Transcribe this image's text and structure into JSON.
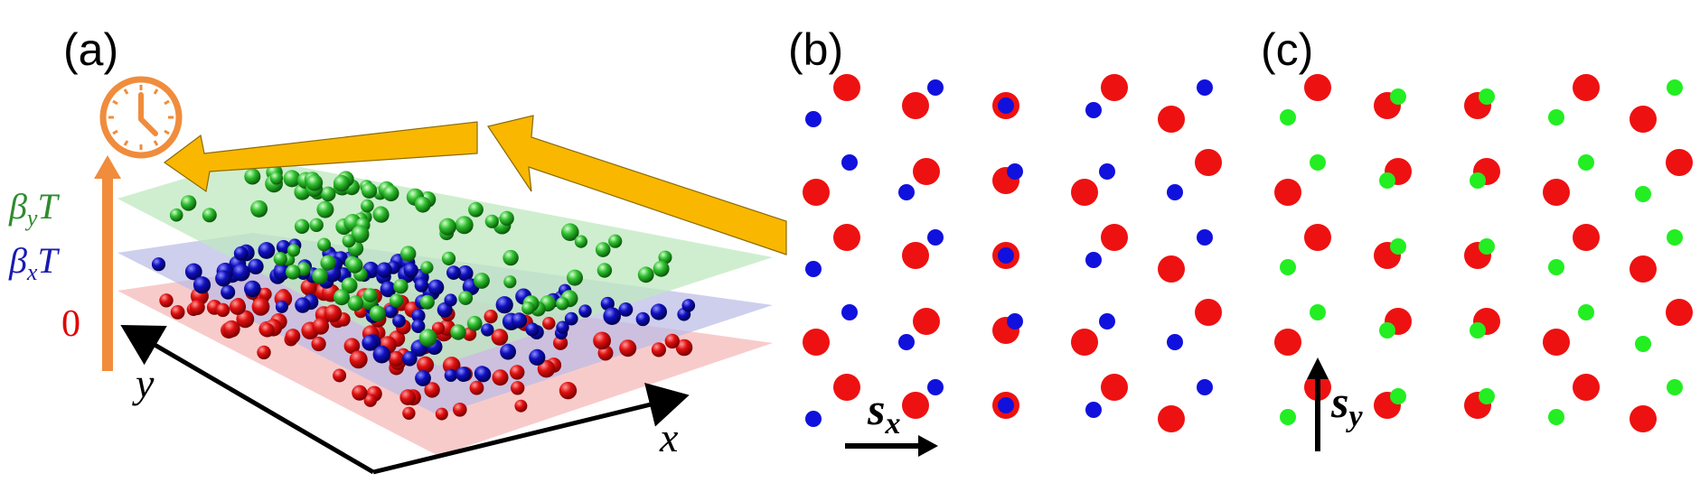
{
  "panels": [
    {
      "label": "(a)"
    },
    {
      "label": "(b)"
    },
    {
      "label": "(c)"
    }
  ],
  "panel_a": {
    "time_labels": [
      {
        "text": "β",
        "sub": "y",
        "tail": "T",
        "color": "#2e8b2e"
      },
      {
        "text": "β",
        "sub": "x",
        "tail": "T",
        "color": "#1a1ab0"
      },
      {
        "text": "0",
        "color": "#e00000"
      }
    ],
    "axis_y": "y",
    "axis_x": "x",
    "icon": "clock-icon",
    "colors": {
      "red_layer": "#f5b5b5",
      "blue_layer": "#b9bbe6",
      "green_layer": "#bfe8bf",
      "clock": "#f08c3c",
      "arrows": "#f9b700"
    }
  },
  "panel_b": {
    "vector": {
      "main": "s",
      "sub": "x"
    }
  },
  "panel_c": {
    "vector": {
      "main": "s",
      "sub": "y"
    }
  },
  "colors": {
    "red": "#ee1111",
    "blue": "#1111dd",
    "green": "#22ee22"
  }
}
